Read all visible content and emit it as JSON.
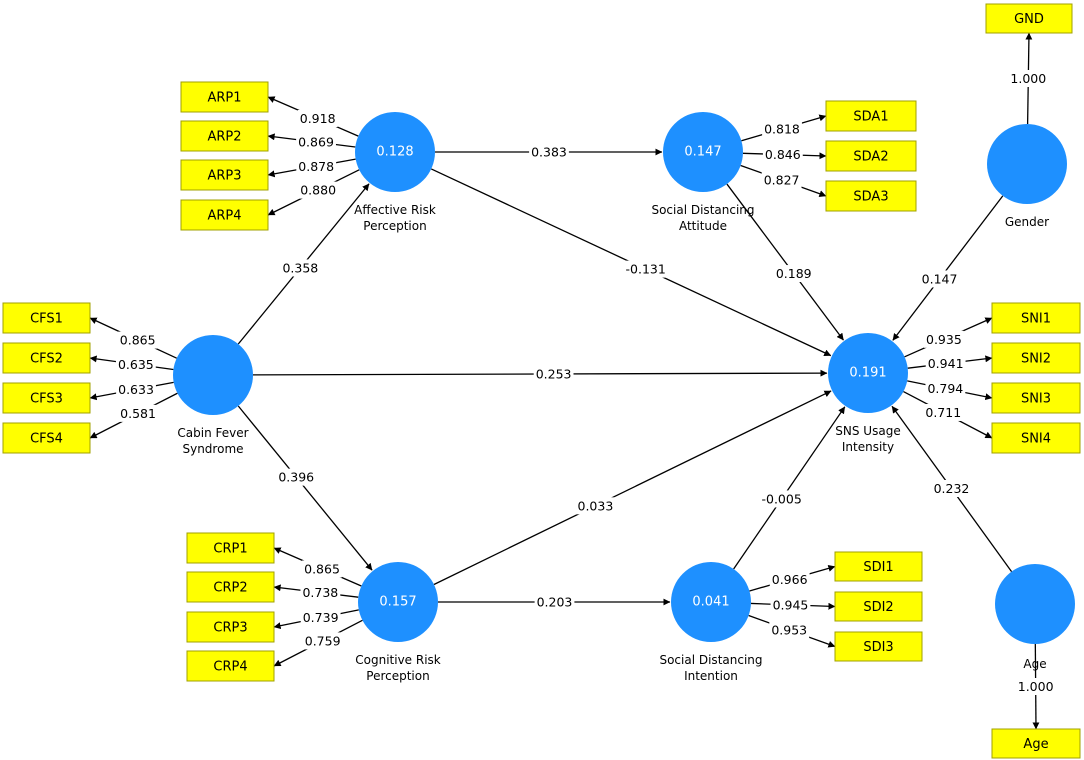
{
  "colors": {
    "construct_fill": "#1E90FF",
    "indicator_fill": "#FFFF00",
    "indicator_border": "#A0A000",
    "arrow": "#000000"
  },
  "constructs": [
    {
      "id": "ARP",
      "value": "0.128",
      "label_lines": [
        "Affective Risk",
        "Perception"
      ]
    },
    {
      "id": "SDA",
      "value": "0.147",
      "label_lines": [
        "Social Distancing",
        "Attitude"
      ]
    },
    {
      "id": "GENDER",
      "value": "",
      "label_lines": [
        "Gender"
      ]
    },
    {
      "id": "CFS",
      "value": "",
      "label_lines": [
        "Cabin Fever",
        "Syndrome"
      ]
    },
    {
      "id": "SNI",
      "value": "0.191",
      "label_lines": [
        "SNS Usage",
        "Intensity"
      ]
    },
    {
      "id": "CRP",
      "value": "0.157",
      "label_lines": [
        "Cognitive Risk",
        "Perception"
      ]
    },
    {
      "id": "SDI",
      "value": "0.041",
      "label_lines": [
        "Social Distancing",
        "Intention"
      ]
    },
    {
      "id": "AGE",
      "value": "",
      "label_lines": [
        "Age"
      ]
    }
  ],
  "indicators": [
    {
      "id": "ARP1",
      "label": "ARP1",
      "construct": "ARP",
      "loading": "0.918"
    },
    {
      "id": "ARP2",
      "label": "ARP2",
      "construct": "ARP",
      "loading": "0.869"
    },
    {
      "id": "ARP3",
      "label": "ARP3",
      "construct": "ARP",
      "loading": "0.878"
    },
    {
      "id": "ARP4",
      "label": "ARP4",
      "construct": "ARP",
      "loading": "0.880"
    },
    {
      "id": "SDA1",
      "label": "SDA1",
      "construct": "SDA",
      "loading": "0.818"
    },
    {
      "id": "SDA2",
      "label": "SDA2",
      "construct": "SDA",
      "loading": "0.846"
    },
    {
      "id": "SDA3",
      "label": "SDA3",
      "construct": "SDA",
      "loading": "0.827"
    },
    {
      "id": "GND",
      "label": "GND",
      "construct": "GENDER",
      "loading": "1.000"
    },
    {
      "id": "CFS1",
      "label": "CFS1",
      "construct": "CFS",
      "loading": "0.865"
    },
    {
      "id": "CFS2",
      "label": "CFS2",
      "construct": "CFS",
      "loading": "0.635"
    },
    {
      "id": "CFS3",
      "label": "CFS3",
      "construct": "CFS",
      "loading": "0.633"
    },
    {
      "id": "CFS4",
      "label": "CFS4",
      "construct": "CFS",
      "loading": "0.581"
    },
    {
      "id": "SNI1",
      "label": "SNI1",
      "construct": "SNI",
      "loading": "0.935"
    },
    {
      "id": "SNI2",
      "label": "SNI2",
      "construct": "SNI",
      "loading": "0.941"
    },
    {
      "id": "SNI3",
      "label": "SNI3",
      "construct": "SNI",
      "loading": "0.794"
    },
    {
      "id": "SNI4",
      "label": "SNI4",
      "construct": "SNI",
      "loading": "0.711"
    },
    {
      "id": "CRP1",
      "label": "CRP1",
      "construct": "CRP",
      "loading": "0.865"
    },
    {
      "id": "CRP2",
      "label": "CRP2",
      "construct": "CRP",
      "loading": "0.738"
    },
    {
      "id": "CRP3",
      "label": "CRP3",
      "construct": "CRP",
      "loading": "0.739"
    },
    {
      "id": "CRP4",
      "label": "CRP4",
      "construct": "CRP",
      "loading": "0.759"
    },
    {
      "id": "SDI1",
      "label": "SDI1",
      "construct": "SDI",
      "loading": "0.966"
    },
    {
      "id": "SDI2",
      "label": "SDI2",
      "construct": "SDI",
      "loading": "0.945"
    },
    {
      "id": "SDI3",
      "label": "SDI3",
      "construct": "SDI",
      "loading": "0.953"
    },
    {
      "id": "AGE_IND",
      "label": "Age",
      "construct": "AGE",
      "loading": "1.000"
    }
  ],
  "paths": [
    {
      "from": "ARP",
      "to": "SDA",
      "coef": "0.383"
    },
    {
      "from": "ARP",
      "to": "SNI",
      "coef": "-0.131"
    },
    {
      "from": "SDA",
      "to": "SNI",
      "coef": "0.189"
    },
    {
      "from": "GENDER",
      "to": "SNI",
      "coef": "0.147"
    },
    {
      "from": "CFS",
      "to": "ARP",
      "coef": "0.358"
    },
    {
      "from": "CFS",
      "to": "SNI",
      "coef": "0.253"
    },
    {
      "from": "CFS",
      "to": "CRP",
      "coef": "0.396"
    },
    {
      "from": "CRP",
      "to": "SNI",
      "coef": "0.033"
    },
    {
      "from": "CRP",
      "to": "SDI",
      "coef": "0.203"
    },
    {
      "from": "SDI",
      "to": "SNI",
      "coef": "-0.005"
    },
    {
      "from": "AGE",
      "to": "SNI",
      "coef": "0.232"
    }
  ]
}
